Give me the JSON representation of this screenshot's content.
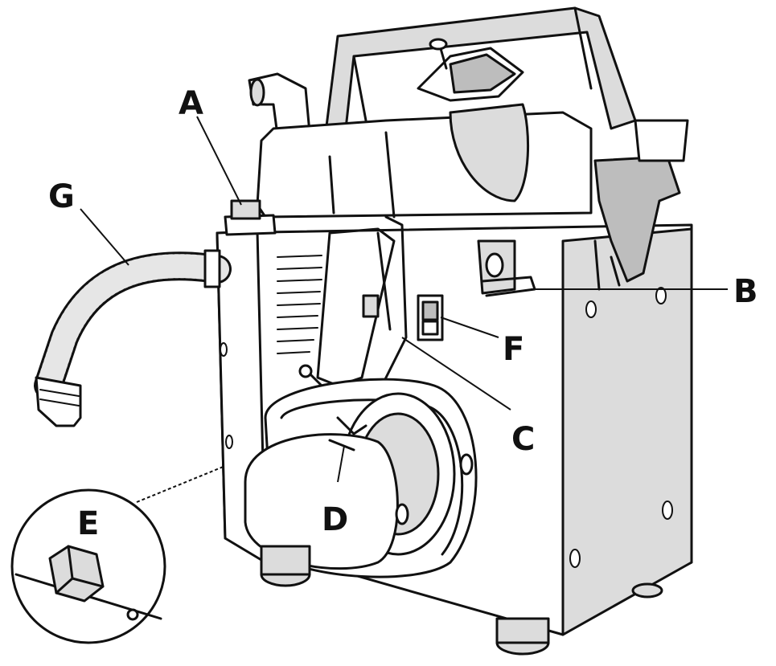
{
  "figure": {
    "callouts": [
      {
        "id": "A",
        "label": "A"
      },
      {
        "id": "B",
        "label": "B"
      },
      {
        "id": "C",
        "label": "C"
      },
      {
        "id": "D",
        "label": "D"
      },
      {
        "id": "E",
        "label": "E"
      },
      {
        "id": "F",
        "label": "F"
      },
      {
        "id": "G",
        "label": "G"
      }
    ],
    "colors": {
      "ink": "#111111",
      "shade": "#dcdcdc",
      "background": "#ffffff"
    }
  }
}
